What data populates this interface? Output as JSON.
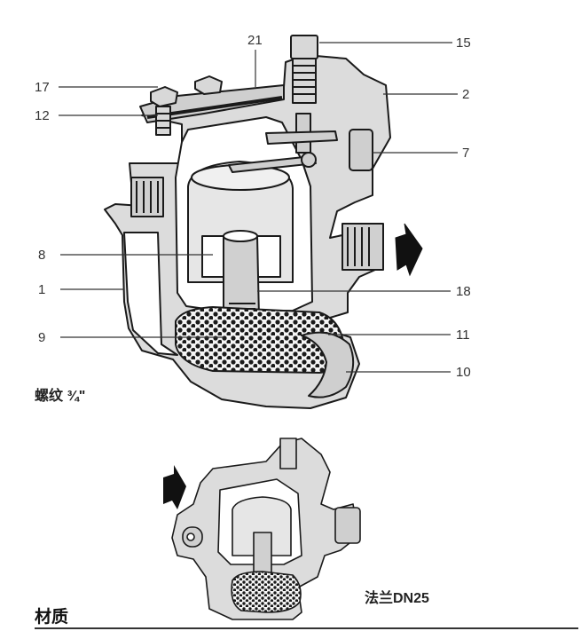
{
  "callouts": [
    {
      "id": "21",
      "text": "21"
    },
    {
      "id": "15",
      "text": "15"
    },
    {
      "id": "17",
      "text": "17"
    },
    {
      "id": "2",
      "text": "2"
    },
    {
      "id": "12",
      "text": "12"
    },
    {
      "id": "7",
      "text": "7"
    },
    {
      "id": "8",
      "text": "8"
    },
    {
      "id": "1",
      "text": "1"
    },
    {
      "id": "18",
      "text": "18"
    },
    {
      "id": "9",
      "text": "9"
    },
    {
      "id": "11",
      "text": "11"
    },
    {
      "id": "10",
      "text": "10"
    }
  ],
  "captions": {
    "threaded": "螺纹 ¾\"",
    "flanged": "法兰DN25"
  },
  "section_title": "材质"
}
